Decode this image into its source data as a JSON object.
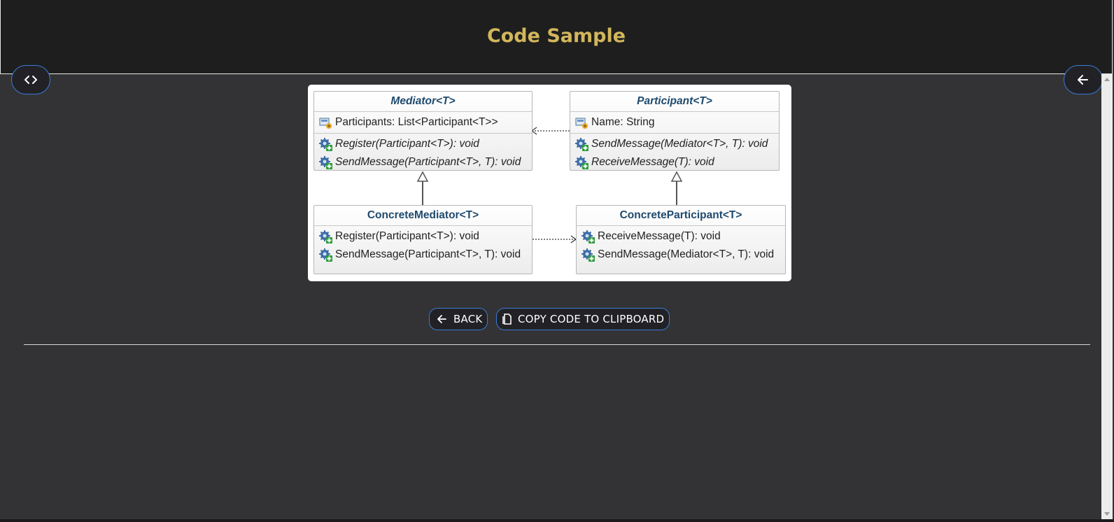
{
  "header": {
    "title": "Code Sample"
  },
  "nav": {
    "left_icon": "code-brackets-icon",
    "right_icon": "arrow-left-icon"
  },
  "diagram": {
    "mediator": {
      "name": "Mediator<T>",
      "fields": [
        "Participants: List<Participant<T>>"
      ],
      "methods": [
        "Register(Participant<T>): void",
        "SendMessage(Participant<T>, T): void"
      ]
    },
    "participant": {
      "name": "Participant<T>",
      "fields": [
        "Name: String"
      ],
      "methods": [
        "SendMessage(Mediator<T>, T): void",
        "ReceiveMessage(T): void"
      ]
    },
    "concrete_mediator": {
      "name": "ConcreteMediator<T>",
      "methods": [
        "Register(Participant<T>): void",
        "SendMessage(Participant<T>, T): void"
      ]
    },
    "concrete_participant": {
      "name": "ConcreteParticipant<T>",
      "methods": [
        "ReceiveMessage(T): void",
        "SendMessage(Mediator<T>, T): void"
      ]
    }
  },
  "actions": {
    "back_label": "BACK",
    "copy_label": "COPY CODE TO CLIPBOARD"
  },
  "colors": {
    "title": "#d2b65c",
    "accent": "#3a7bd5",
    "background": "#333335",
    "header": "#1e1e1e"
  }
}
